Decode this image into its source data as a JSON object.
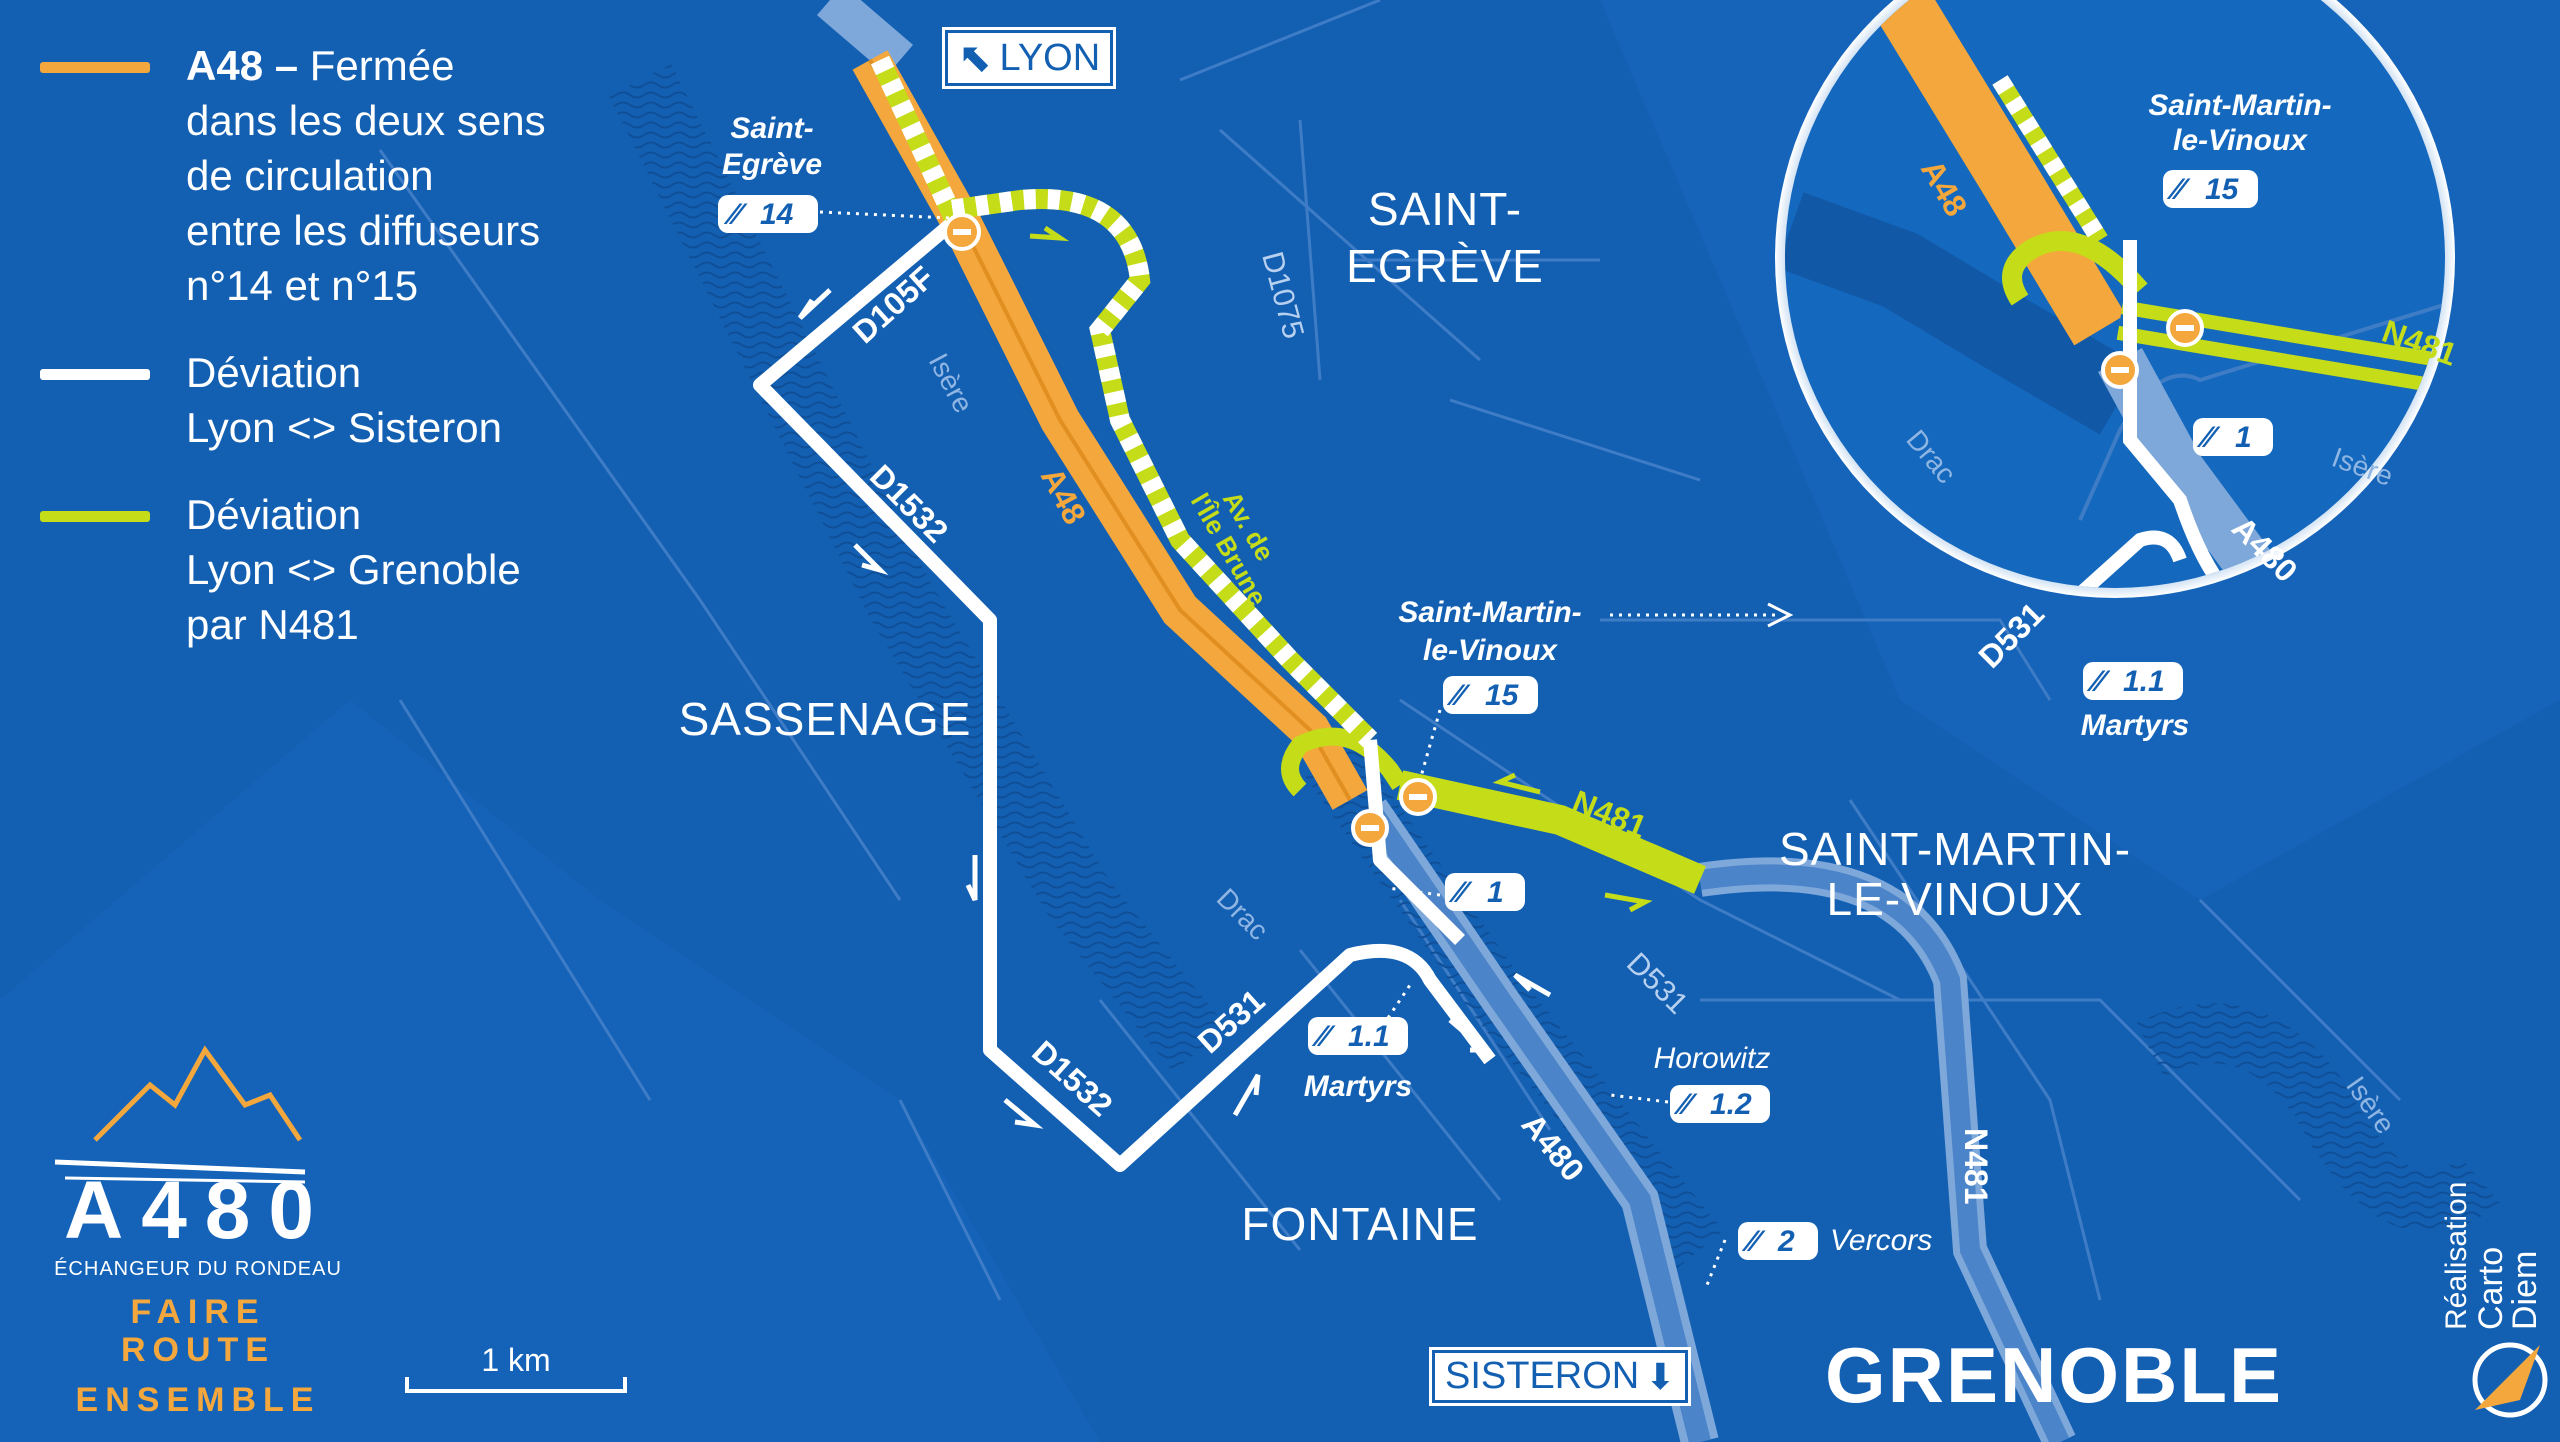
{
  "legend": {
    "a48_title": "A48",
    "a48_dash": " – ",
    "a48_text": "Fermée\ndans les deux sens\nde circulation\nentre les diffuseurs\nn°14 et n°15",
    "white_text": "Déviation\nLyon <> Sisteron",
    "green_text": "Déviation\nLyon <> Grenoble\npar N481"
  },
  "colors": {
    "background": "#1360b3",
    "closed_road": "#f4a73c",
    "deviation_white": "#ffffff",
    "deviation_green": "#c5dc19",
    "minor_roads": "#4b84c8"
  },
  "signs": {
    "lyon": "LYON",
    "sisteron": "SISTERON"
  },
  "cities": {
    "saint_egreve_1": "SAINT-",
    "saint_egreve_2": "EGRÈVE",
    "sassenage": "SASSENAGE",
    "smv_1": "SAINT-MARTIN-",
    "smv_2": "LE-VINOUX",
    "fontaine": "FONTAINE",
    "grenoble": "GRENOBLE"
  },
  "roads": {
    "d105f": "D105F",
    "d1532_a": "D1532",
    "d1532_b": "D1532",
    "d531_main": "D531",
    "d531_soft": "D531",
    "d1075": "D1075",
    "a48": "A48",
    "a480": "A480",
    "n481": "N481",
    "n481_vertical": "N481",
    "av_ile_brune_1": "Av. de",
    "av_ile_brune_2": "l'Île Brune"
  },
  "rivers": {
    "isere_1": "Isère",
    "isere_2": "Isère",
    "drac": "Drac"
  },
  "places": {
    "saint_egreve_small_1": "Saint-",
    "saint_egreve_small_2": "Egrève",
    "smv_small_1": "Saint-Martin-",
    "smv_small_2": "le-Vinoux",
    "martyrs": "Martyrs",
    "horowitz": "Horowitz",
    "vercors": "Vercors"
  },
  "exits": {
    "e14": "14",
    "e15": "15",
    "e1": "1",
    "e1_1": "1.1",
    "e1_2": "1.2",
    "e2": "2"
  },
  "inset": {
    "place_1": "Saint-Martin-",
    "place_2": "le-Vinoux",
    "exit15": "15",
    "exit1": "1",
    "exit1_1": "1.1",
    "martyrs": "Martyrs",
    "a48": "A48",
    "a480": "A480",
    "n481": "N481",
    "d531": "D531",
    "drac": "Drac",
    "isere": "Isère"
  },
  "brand": {
    "title": "A480",
    "subtitle": "ÉCHANGEUR DU RONDEAU",
    "slogan_1": "FAIRE ROUTE",
    "slogan_2": "ENSEMBLE"
  },
  "scale": {
    "label": "1 km"
  },
  "credit": {
    "line1": "Réalisation",
    "line2": "Carto Diem"
  }
}
